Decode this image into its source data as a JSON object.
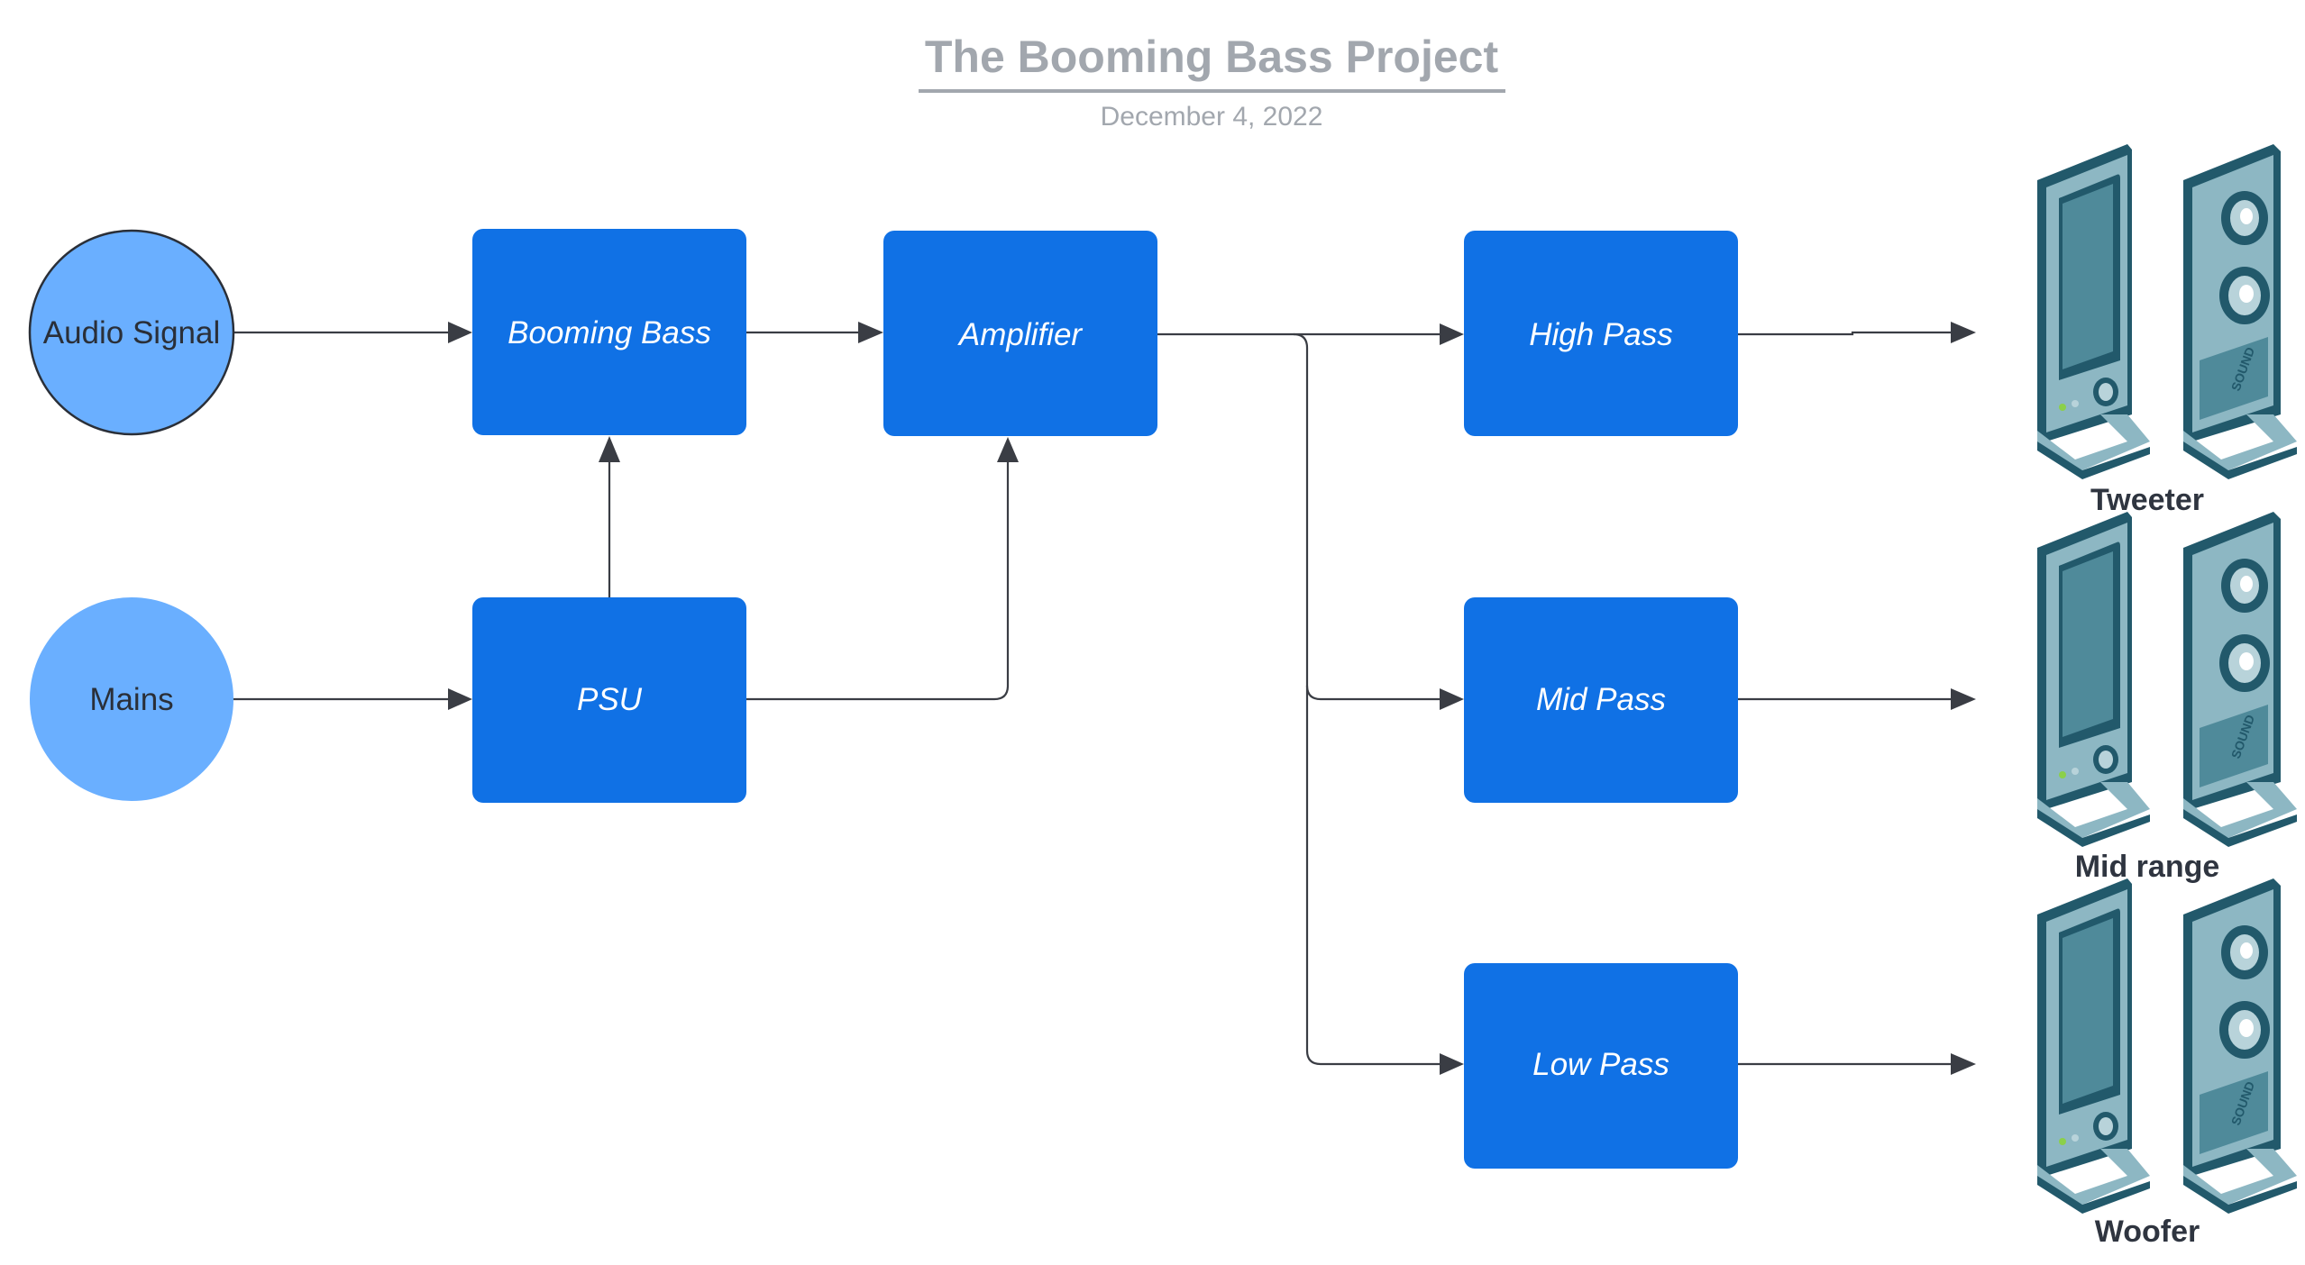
{
  "header": {
    "title": "The Booming Bass Project",
    "date": "December 4, 2022"
  },
  "nodes": {
    "audio_signal": "Audio Signal",
    "mains": "Mains",
    "booming_bass": "Booming Bass",
    "psu": "PSU",
    "amplifier": "Amplifier",
    "high_pass": "High Pass",
    "mid_pass": "Mid Pass",
    "low_pass": "Low Pass"
  },
  "speakers": {
    "tweeter": "Tweeter",
    "mid_range": "Mid range",
    "woofer": "Woofer",
    "brand_text": "SOUND"
  },
  "colors": {
    "box_fill": "#1071e5",
    "circle_fill": "#6aafff",
    "line": "#3a3d44",
    "title": "#a2a7ae"
  }
}
